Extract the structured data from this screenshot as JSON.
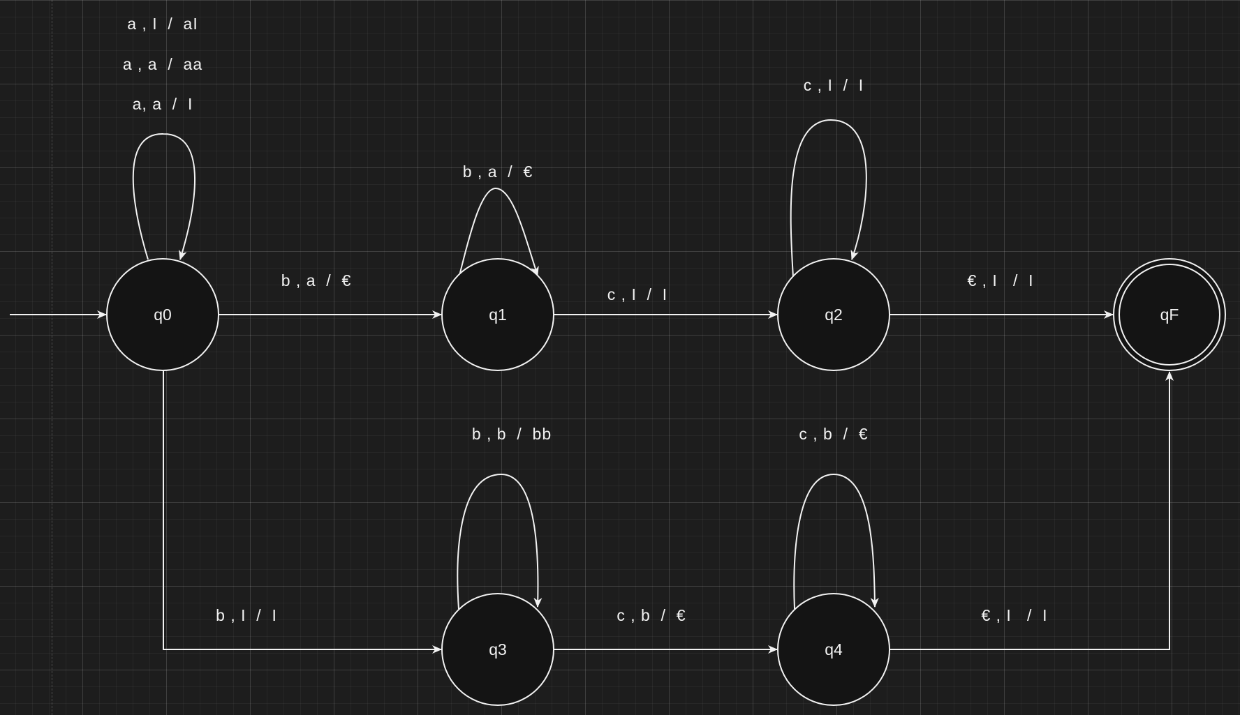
{
  "diagram": {
    "type": "pushdown-automaton",
    "initial_state": "q0",
    "states": {
      "q0": "q0",
      "q1": "q1",
      "q2": "q2",
      "q3": "q3",
      "q4": "q4",
      "qF": "qF"
    },
    "accepting_states": [
      "qF"
    ],
    "transitions": {
      "q0_loop": [
        "a , I  /  aI",
        "a , a  /  aa",
        "a, a  /  I"
      ],
      "q0_q1": "b , a  /  €",
      "q1_loop": "b , a  /  €",
      "q1_q2": "c , I  /  I",
      "q2_loop": "c , I  /  I",
      "q2_qF": "€ , I   /  I",
      "q0_q3": "b , I  /  I",
      "q3_loop": "b , b  /  bb",
      "q3_q4": "c , b  /  €",
      "q4_loop": "c , b  /  €",
      "q4_qF": "€ , I   /  I"
    }
  }
}
